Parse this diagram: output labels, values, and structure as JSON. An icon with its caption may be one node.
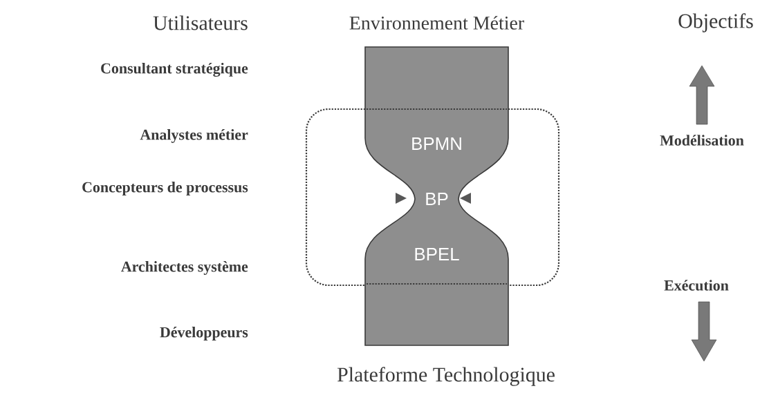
{
  "diagram": {
    "nodes": [
      {
        "text": [
          "BPMN",
          "BP",
          "BPEL"
        ],
        "beside": [
          "Environnement Métier",
          "Plateforme Technologique"
        ]
      }
    ],
    "labels": [
      "Utilisateurs",
      "Objectifs",
      "Consultant stratégique",
      "Analystes métier",
      "Modélisation",
      "Concepteurs de processus",
      "Architectes système",
      "Exécution",
      "Développeurs"
    ]
  }
}
